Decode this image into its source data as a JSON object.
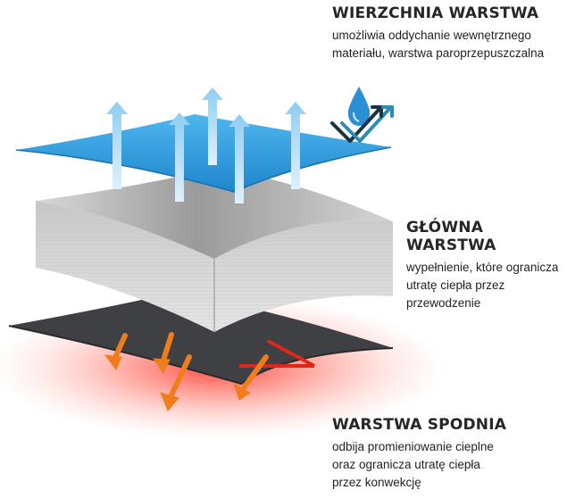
{
  "layers": {
    "top": {
      "title": "WIERZCHNIA WARSTWA",
      "lines": [
        "umożliwia oddychanie wewnętrznego",
        "materiału, warstwa paroprzepuszczalna"
      ]
    },
    "middle": {
      "title": "GŁÓWNA WARSTWA",
      "lines": [
        "wypełnienie, które ogranicza",
        "utratę ciepła przez przewodzenie"
      ]
    },
    "bottom": {
      "title": "WARSTWA SPODNIA",
      "lines": [
        "odbija promieniowanie cieplne",
        "oraz ogranicza utratę ciepła",
        "przez konwekcję"
      ]
    }
  },
  "icons": [
    "water-drop-icon",
    "moisture-outflow-arrows-icon"
  ],
  "colors": {
    "top_layer": "#2d9ee0",
    "middle_layer": "#cfcfcf",
    "bottom_layer": "#3f4044",
    "vapor_arrows": "#b9e0f7",
    "heat_arrows": "#f07d1c",
    "heat_glow": "#ff3b30"
  }
}
